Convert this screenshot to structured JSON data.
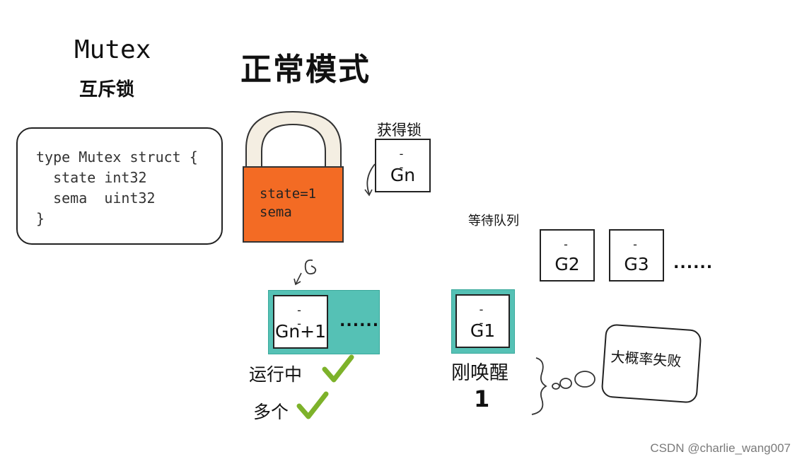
{
  "titles": {
    "mutex": "Mutex",
    "mutex_cn": "互斥锁",
    "mode": "正常模式"
  },
  "code": {
    "line1": "type Mutex struct {",
    "line2": "  state int32",
    "line3": "  sema  uint32",
    "line4": "}"
  },
  "lock": {
    "state": "state=1",
    "sema": "sema"
  },
  "acquire": {
    "label": "获得锁",
    "goroutine": "Gn"
  },
  "wait_queue": {
    "label": "等待队列",
    "items": [
      "G2",
      "G3"
    ],
    "more": "......"
  },
  "running": {
    "goroutine": "Gn+1",
    "more": "......",
    "label_running": "运行中",
    "label_multiple": "多个"
  },
  "woken": {
    "goroutine": "G1",
    "label": "刚唤醒",
    "count": "1"
  },
  "thought": {
    "text": "大概率失败"
  },
  "watermark": "CSDN @charlie_wang007",
  "colors": {
    "lock": "#f36b24",
    "teal": "#55c1b5",
    "check": "#7db22a"
  }
}
